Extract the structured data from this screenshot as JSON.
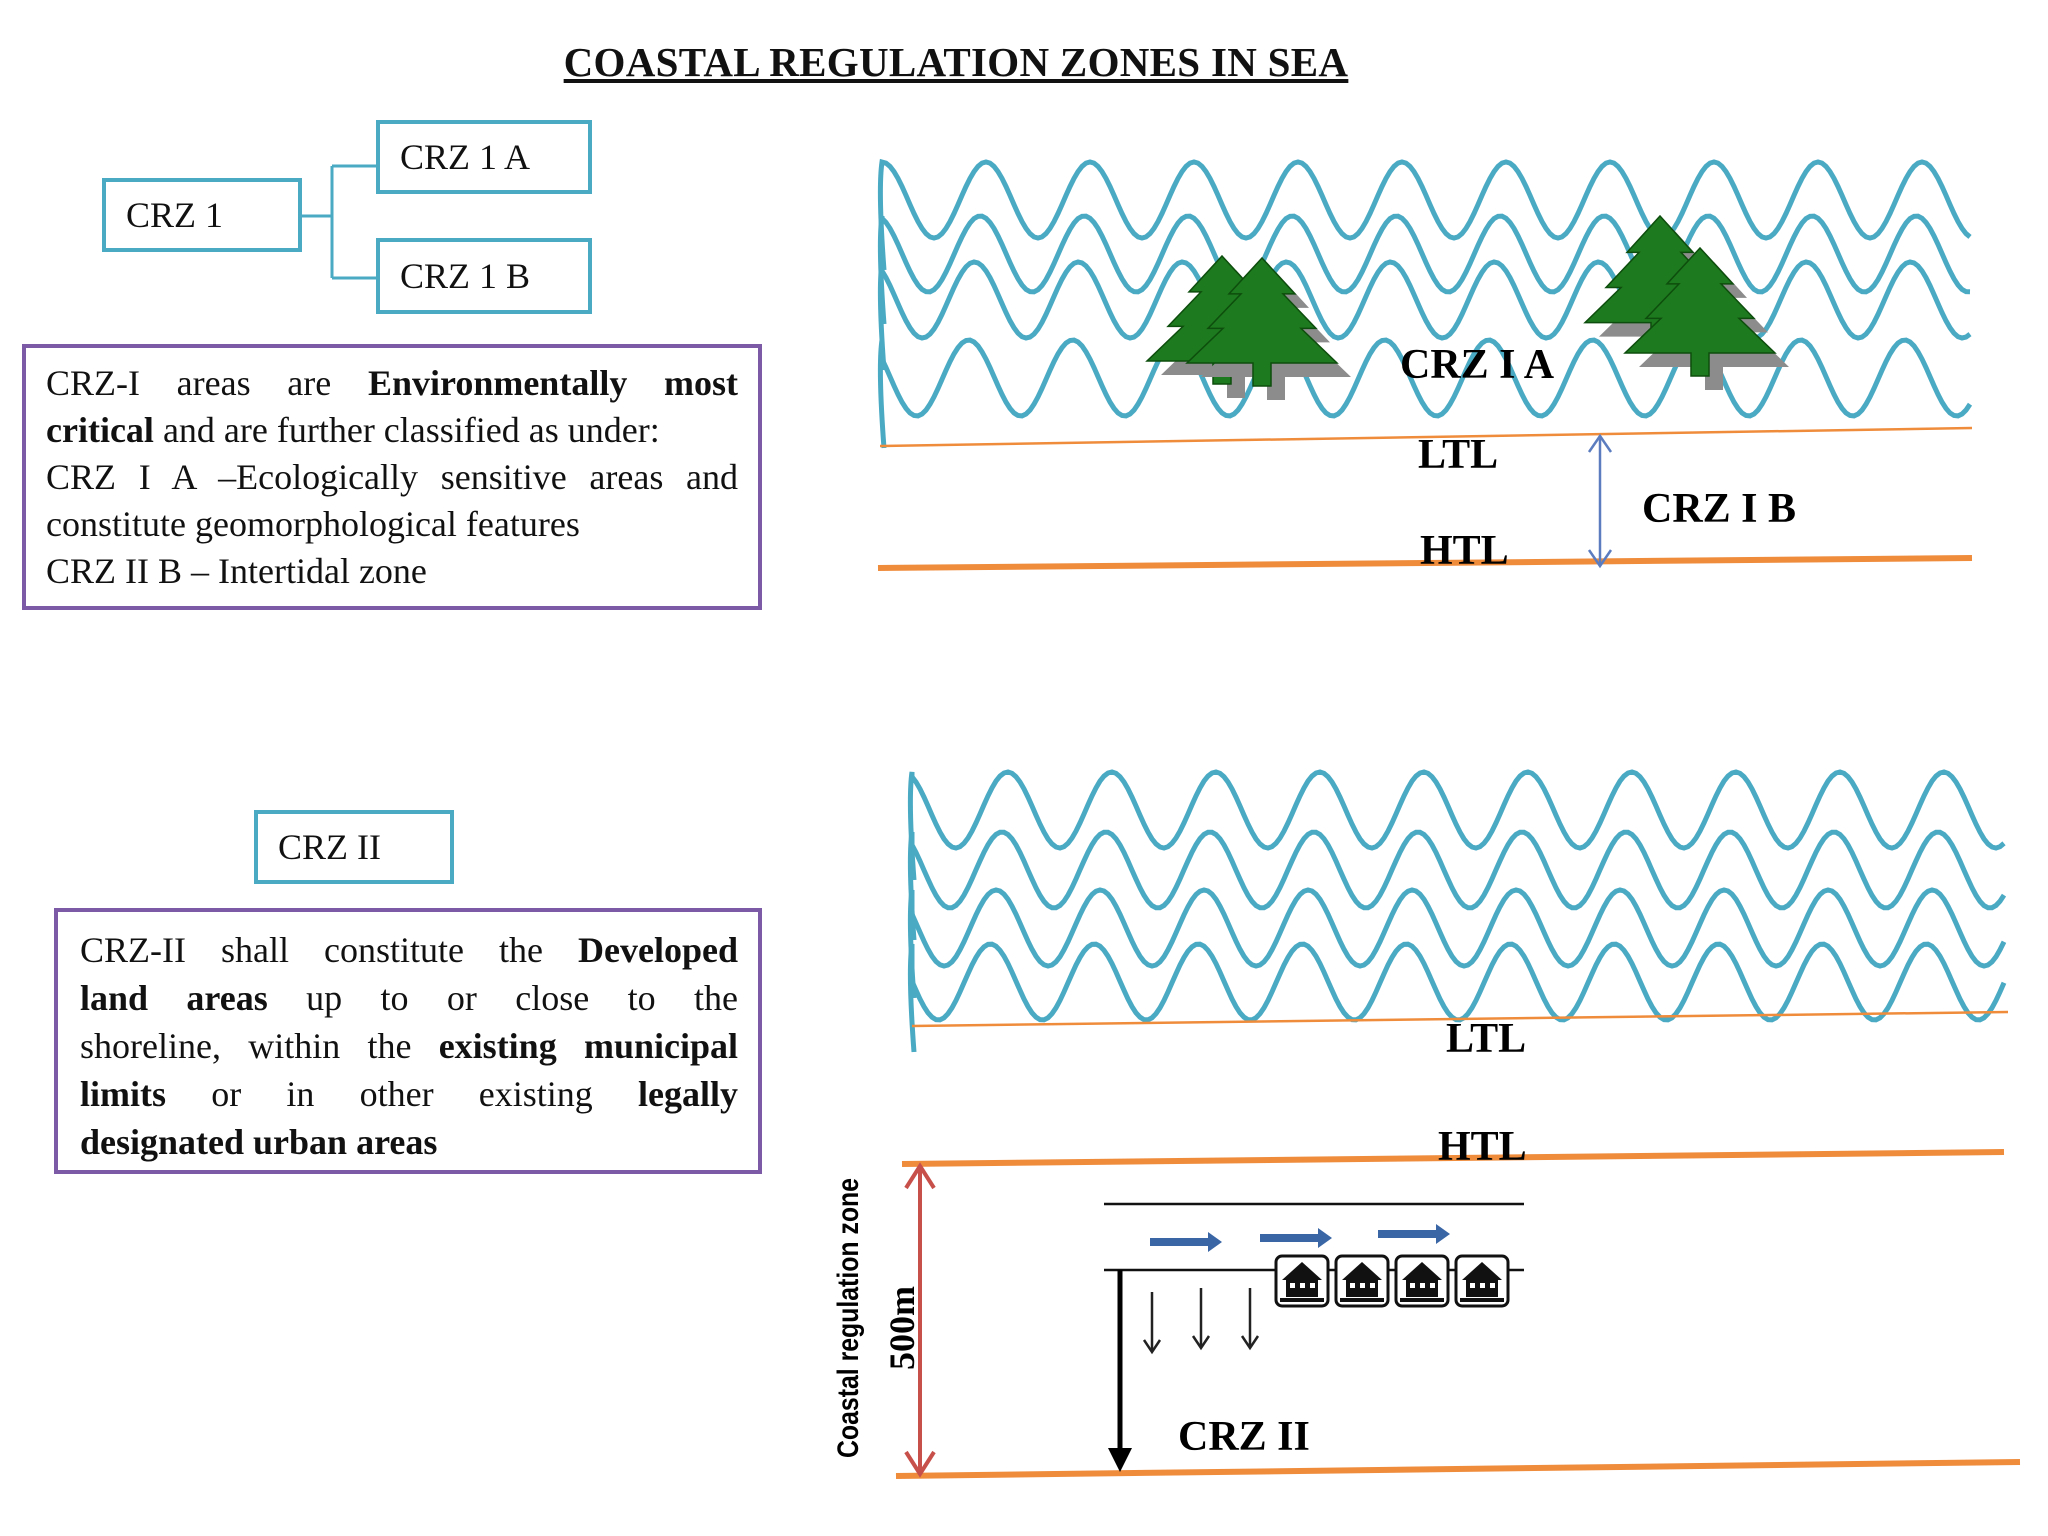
{
  "title": "COASTAL REGULATION ZONES IN SEA",
  "crz1": {
    "root_label": "CRZ 1",
    "child_a_label": "CRZ 1 A",
    "child_b_label": "CRZ 1 B",
    "description": {
      "l1_pre": "CRZ-I areas are ",
      "l1_bold": "Environmentally most",
      "l2_bold": "critical",
      "l2_post": " and are further classified as under:",
      "l3": "CRZ I A –Ecologically sensitive areas and",
      "l4": "constitute geomorphological features",
      "l5": "CRZ II B – Intertidal zone"
    }
  },
  "crz2": {
    "label": "CRZ II",
    "description": {
      "l1_pre": "CRZ-II shall constitute the ",
      "l1_bold": "Developed",
      "l2_bold": "land areas",
      "l2_post": " up to or close to the",
      "l3_pre": "shoreline, within the ",
      "l3_bold": "existing municipal",
      "l4_bold_a": "limits",
      "l4_mid": " or in other existing ",
      "l4_bold_b": "legally",
      "l5_bold": "designated urban areas"
    }
  },
  "diagram1": {
    "zone_a_label": "CRZ I A",
    "ltl_label": "LTL",
    "htl_label": "HTL",
    "zone_b_label": "CRZ I B"
  },
  "diagram2": {
    "ltl_label": "LTL",
    "htl_label": "HTL",
    "vertical_label": "Coastal regulation zone",
    "distance_label": "500m",
    "zone_label": "CRZ II"
  },
  "colors": {
    "wave": "#4aaac4",
    "tide_line": "#ef8c3c",
    "box_border": "#4aaac4",
    "desc_border": "#7d5aa6",
    "tree": "#1e7a1e",
    "tree_shadow": "#8c8c8c",
    "arrow_blue": "#3a66a6",
    "zone_arrow": "#c8504b",
    "crz1b_arrow": "#5b7dc0"
  }
}
